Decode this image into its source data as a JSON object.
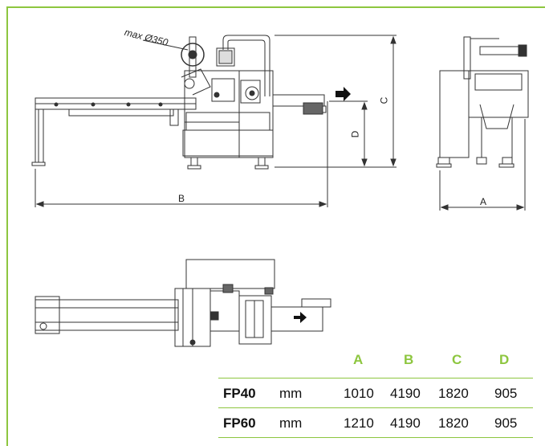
{
  "drawing": {
    "reel_label": "max Ø350",
    "dim_labels": {
      "A": "A",
      "B": "B",
      "C": "C",
      "D": "D"
    },
    "colors": {
      "accent": "#8dc63f",
      "line": "#333333",
      "frame": "#8dc63f"
    }
  },
  "spec_table": {
    "columns": [
      "A",
      "B",
      "C",
      "D"
    ],
    "rows": [
      {
        "model": "FP40",
        "unit": "mm",
        "values": [
          "1010",
          "4190",
          "1820",
          "905"
        ]
      },
      {
        "model": "FP60",
        "unit": "mm",
        "values": [
          "1210",
          "4190",
          "1820",
          "905"
        ]
      }
    ]
  }
}
